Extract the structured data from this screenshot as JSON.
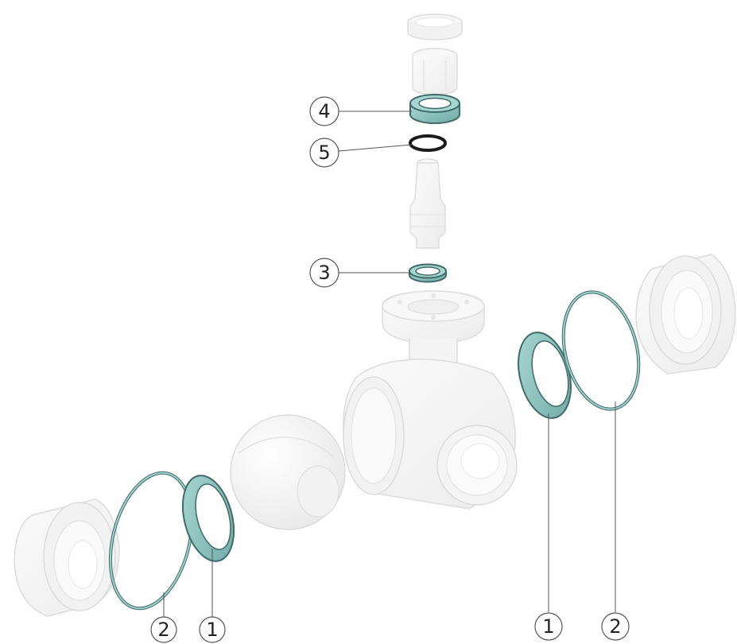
{
  "colors": {
    "background": "#ffffff",
    "ghost_fill": "#f6f6f6",
    "ghost_edge": "#e2e2e2",
    "seal_fill": "#8fc9c4",
    "seal_edge": "#3f6b68",
    "oring_black": "#1c1c1c",
    "leader_line": "#555555",
    "callout_circle": "#555555",
    "callout_text": "#222222"
  },
  "parts": {
    "top_ring": "top-ring",
    "stem_nut": "stem-nut",
    "stem": "valve-stem",
    "body": "valve-body",
    "ball": "valve-ball",
    "left_end_connector": "left-end-connector",
    "right_end_connector": "right-end-connector"
  },
  "callouts": {
    "c4": "4",
    "c5": "5",
    "c3": "3",
    "bl2": "2",
    "bl1": "1",
    "br1": "1",
    "br2": "2"
  }
}
